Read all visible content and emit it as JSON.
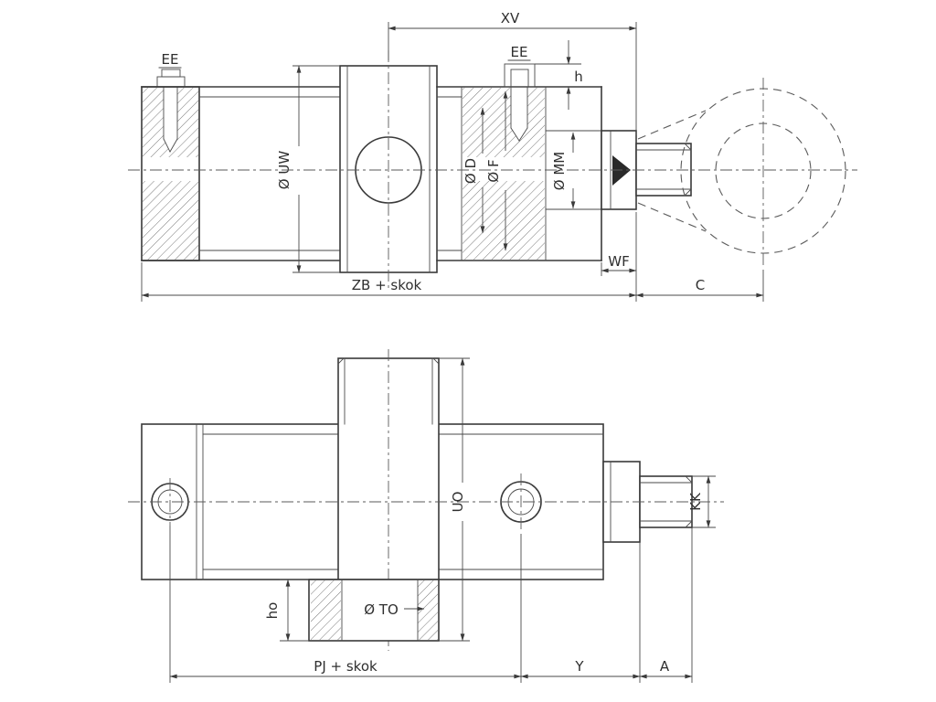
{
  "window": {
    "background": "#ffffff"
  },
  "drawing": {
    "description": "Dimensional drawing of a hydraulic cylinder, two orthographic views",
    "colors": {
      "line": "#3a3a3a",
      "centerline": "#5a5a5a",
      "background": "#ffffff"
    },
    "top_view": {
      "dims": {
        "xv": "XV",
        "ee_left": "EE",
        "ee_right": "EE",
        "h": "h",
        "uw": "Ø UW",
        "d": "Ø D",
        "f": "Ø F",
        "mm": "Ø MM",
        "wf": "WF",
        "zb_skok": "ZB + skok",
        "c": "C"
      }
    },
    "bottom_view": {
      "dims": {
        "uo": "UO",
        "kk": "KK",
        "ho": "ho",
        "to": "Ø TO",
        "pj_skok": "PJ + skok",
        "y": "Y",
        "a": "A"
      }
    }
  }
}
